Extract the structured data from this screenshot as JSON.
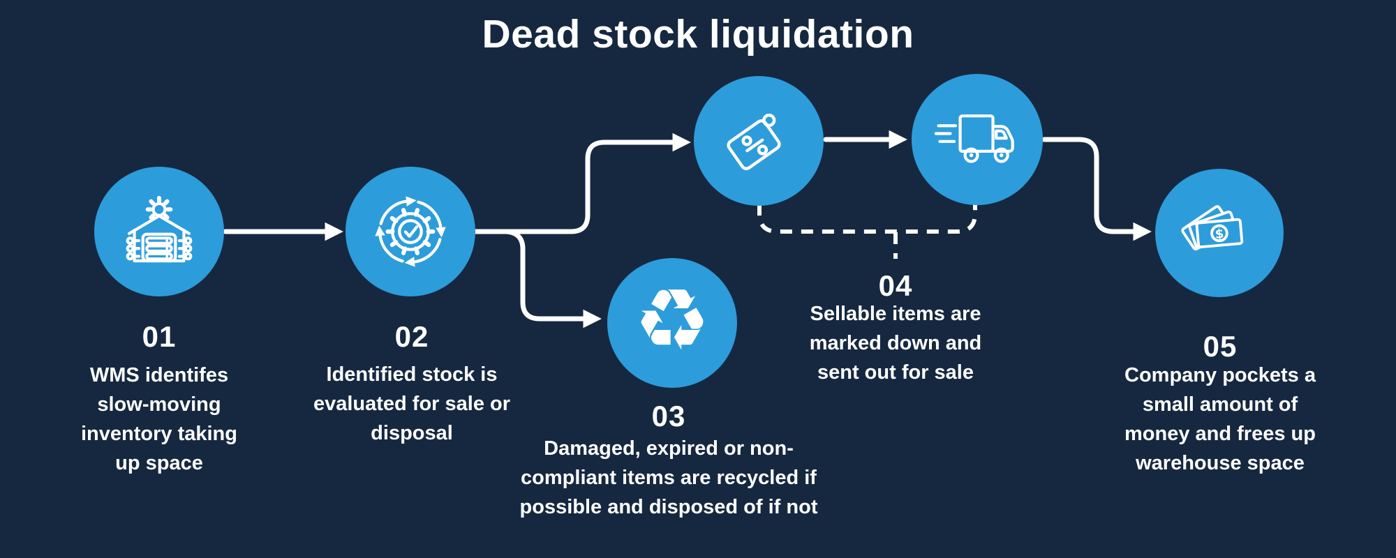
{
  "title": "Dead stock liquidation",
  "colors": {
    "background": "#162840",
    "node_blue": "#2D9CDB",
    "stroke_white": "#FFFFFF",
    "text_white": "#FFFFFF"
  },
  "icons": {
    "recycle_glyph": "♻",
    "dollar_glyph": "$"
  },
  "steps": [
    {
      "number": "01",
      "icon": "smart-warehouse-icon",
      "lines": [
        "WMS identifes",
        "slow-moving",
        "inventory taking",
        "up space"
      ]
    },
    {
      "number": "02",
      "icon": "gear-check-cycle-icon",
      "lines": [
        "Identified stock is",
        "evaluated for sale or",
        "disposal"
      ]
    },
    {
      "number": "03",
      "icon": "recycle-icon",
      "lines": [
        "Damaged, expired or non-",
        "compliant items are recycled if",
        "possible and disposed of if not"
      ]
    },
    {
      "number": "04",
      "icons": [
        "price-tag-icon",
        "delivery-truck-icon"
      ],
      "lines": [
        "Sellable items are",
        "marked down and",
        "sent out for sale"
      ]
    },
    {
      "number": "05",
      "icon": "cash-icon",
      "lines": [
        "Company pockets a",
        "small amount of",
        "money and frees up",
        "warehouse space"
      ]
    }
  ]
}
